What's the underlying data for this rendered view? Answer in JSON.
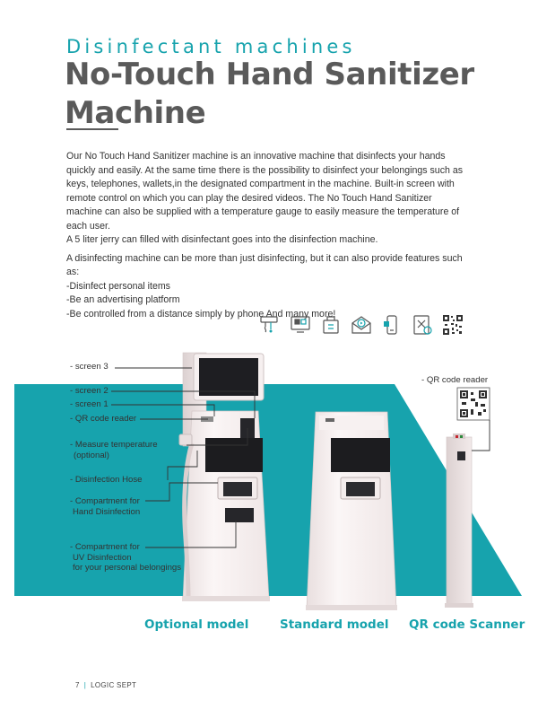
{
  "header": {
    "kicker": "Disinfectant machines",
    "title": "No-Touch Hand Sanitizer Machine"
  },
  "body": {
    "p1": "Our No Touch Hand Sanitizer machine is an innovative machine that disinfects your hands quickly and easily. At the same time there is the possibility to disinfect your belongings such as keys, telephones, wallets,in the designated compartment in the machine. Built-in screen with remote control on which you can play the desired videos. The No Touch Hand Sanitizer machine can also be supplied with a temperature gauge to easily measure the temperature of each user.",
    "p2": "A 5 liter jerry can filled with disinfectant goes into the disinfection machine.",
    "p3": "A disinfecting machine can be more than just disinfecting, but it can also provide features such as:",
    "list": [
      "-Disinfect personal items",
      "-Be an advertising platform",
      "-Be controlled from a distance simply by phone And many more!"
    ]
  },
  "icons": [
    "sanitizer-dispenser-icon",
    "qr-screen-icon",
    "phone-disinfect-icon",
    "video-mail-icon",
    "mobile-control-icon",
    "no-touch-icon",
    "qr-code-icon"
  ],
  "callouts": {
    "screen3": "-  screen 3",
    "screen2": "-  screen 2",
    "screen1": "-  screen 1",
    "qr": "- QR code reader",
    "temp1": "- Measure temperature",
    "temp2": "(optional)",
    "hose": "- Disinfection Hose",
    "hand1": "- Compartment for",
    "hand2": "Hand Disinfection",
    "uv1": "- Compartment for",
    "uv2": "UV Disinfection",
    "uv3": "for your personal belongings",
    "qr_right": "- QR code reader"
  },
  "models": {
    "optional": "Optional model",
    "standard": "Standard model",
    "scanner": "QR code Scanner"
  },
  "footer": {
    "page": "7",
    "brand": "LOGIC SEPT"
  },
  "colors": {
    "accent": "#17a3ad",
    "title": "#5a5a5a",
    "machine": "#f7efef"
  }
}
